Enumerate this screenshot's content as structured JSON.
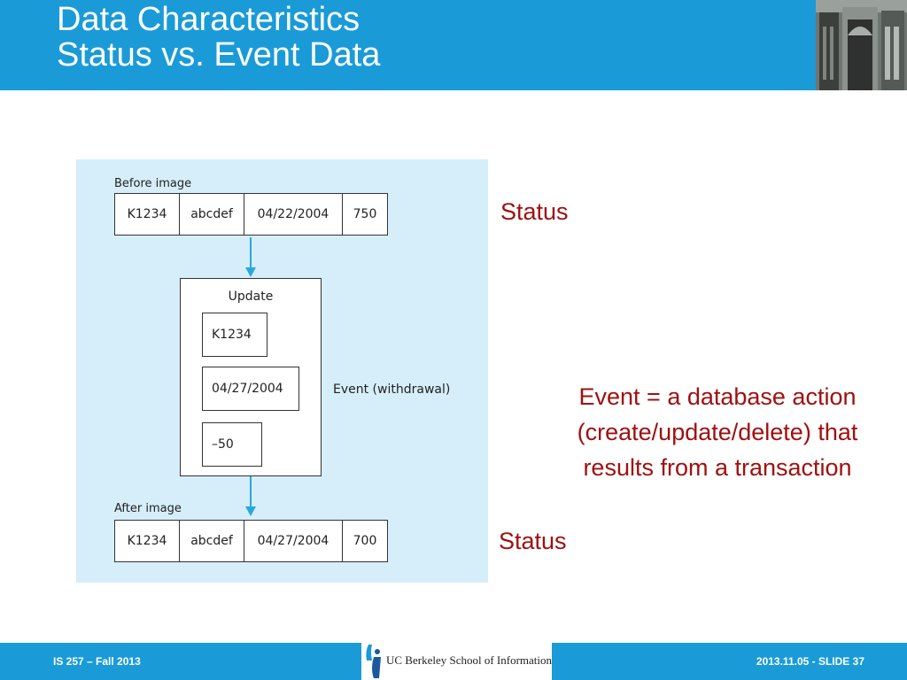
{
  "title": {
    "line1": "Data Characteristics",
    "line2": "Status vs. Event Data"
  },
  "diagram": {
    "before_label": "Before image",
    "before_record": [
      "K1234",
      "abcdef",
      "04/22/2004",
      "750"
    ],
    "update_label": "Update",
    "update_fields": [
      "K1234",
      "04/27/2004",
      "–50"
    ],
    "event_label": "Event (withdrawal)",
    "after_label": "After image",
    "after_record": [
      "K1234",
      "abcdef",
      "04/27/2004",
      "700"
    ]
  },
  "annotations": {
    "status_top": "Status",
    "status_bottom": "Status",
    "event_note": "Event = a database action (create/update/delete) that results from a transaction"
  },
  "footer": {
    "course": "IS 257 – Fall 2013",
    "school": "UC Berkeley School of Information",
    "slide": "2013.11.05 - SLIDE 37"
  },
  "colors": {
    "header_blue": "#1a9bd7",
    "panel_blue": "#d6eefa",
    "annotation_red": "#a01010",
    "arrow_blue": "#2aa7e0"
  },
  "icons": {
    "logo": "ischool-logo-icon",
    "photo": "building-photo-icon"
  }
}
